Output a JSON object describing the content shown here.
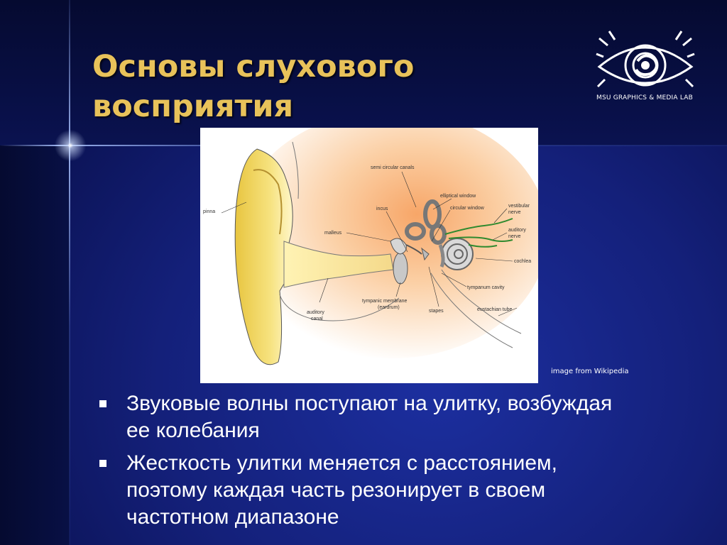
{
  "slide": {
    "title_line1": "Основы слухового",
    "title_line2": "восприятия",
    "logo_caption": "MSU GRAPHICS & MEDIA LAB",
    "image_credit": "image from Wikipedia",
    "accent_title_color": "#e8c25a",
    "background_color": "#14207a"
  },
  "diagram": {
    "labels": {
      "pinna": "pinna",
      "semi_circular_canals": "semi circular canals",
      "incus": "incus",
      "malleus": "malleus",
      "elliptical_window": "elliptical window",
      "circular_window": "circular window",
      "vestibular_nerve_1": "vestibular",
      "vestibular_nerve_2": "nerve",
      "auditory_nerve_1": "auditory",
      "auditory_nerve_2": "nerve",
      "cochlea": "cochlea",
      "tympanum_cavity": "tympanum cavity",
      "tympanic_membrane_1": "tympanic membrane",
      "tympanic_membrane_2": "(eardrum)",
      "stapes": "stapes",
      "eustachian_tube": "eustachian tube",
      "auditory_canal_1": "auditory",
      "auditory_canal_2": "canal"
    }
  },
  "bullets": [
    {
      "line1": "Звуковые волны поступают на улитку, возбуждая",
      "line2": "ее колебания"
    },
    {
      "line1": "Жесткость улитки меняется с расстоянием,",
      "line2": "поэтому каждая часть резонирует в своем",
      "line3": "частотном диапазоне"
    }
  ]
}
